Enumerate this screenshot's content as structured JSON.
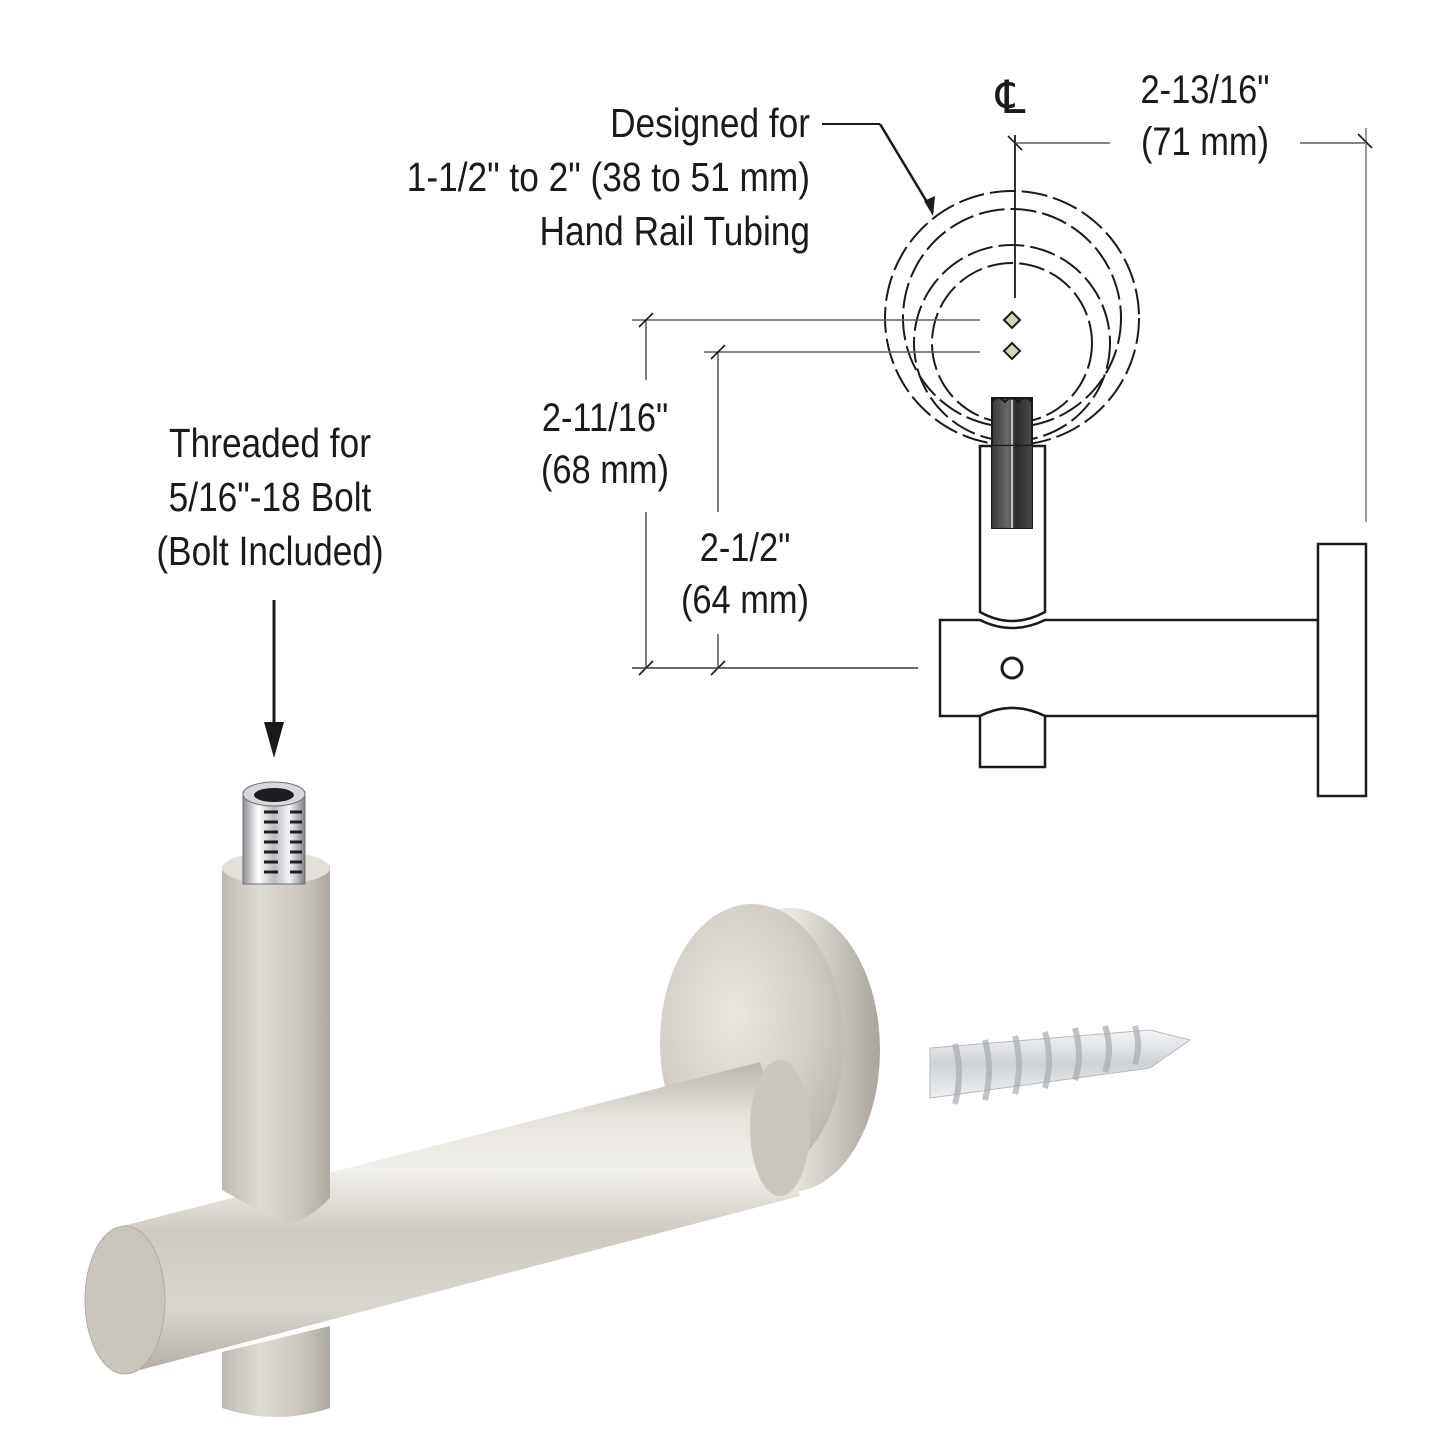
{
  "diagram": {
    "subject": "Hand rail bracket with wood screw",
    "callouts": {
      "tubing": {
        "lines": [
          "Designed for",
          "1-1/2\" to 2\" (38 to 51 mm)",
          "Hand Rail Tubing"
        ]
      },
      "thread": {
        "lines": [
          "Threaded for",
          "5/16\"-18 Bolt",
          "(Bolt Included)"
        ]
      }
    },
    "dimensions": {
      "centerline_symbol": "℄",
      "projection": {
        "imperial": "2-13/16\"",
        "metric": "(71 mm)"
      },
      "height_max": {
        "imperial": "2-11/16\"",
        "metric": "(68 mm)"
      },
      "height_min": {
        "imperial": "2-1/2\"",
        "metric": "(64 mm)"
      }
    },
    "colors": {
      "line": "#1a1a1a",
      "dim_line": "#6b6b6b",
      "satin_nickel": "#c9c5bd",
      "chrome": "#e8e8ea",
      "background": "#ffffff"
    }
  }
}
